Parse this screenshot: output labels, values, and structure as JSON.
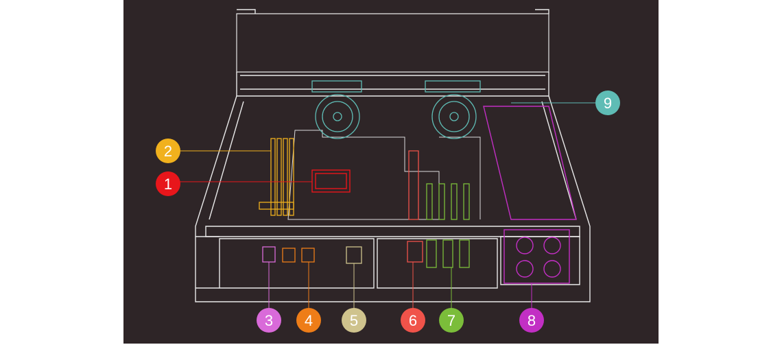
{
  "diagram": {
    "background": "#2e2527",
    "line_color": "#e9e9e9",
    "callouts": [
      {
        "label": "1",
        "color": "#e8161b",
        "part": "cpu"
      },
      {
        "label": "2",
        "color": "#f1b11d",
        "part": "memory"
      },
      {
        "label": "3",
        "color": "#d96ad9",
        "part": "io-port-1"
      },
      {
        "label": "4",
        "color": "#ee7d18",
        "part": "io-port-2"
      },
      {
        "label": "5",
        "color": "#cfc38d",
        "part": "io-port-3"
      },
      {
        "label": "6",
        "color": "#f0534a",
        "part": "riser-card"
      },
      {
        "label": "7",
        "color": "#7bbd3a",
        "part": "pcie-slots"
      },
      {
        "label": "8",
        "color": "#c22fc4",
        "part": "power-supply"
      },
      {
        "label": "9",
        "color": "#5fbcb5",
        "part": "fans"
      }
    ]
  }
}
